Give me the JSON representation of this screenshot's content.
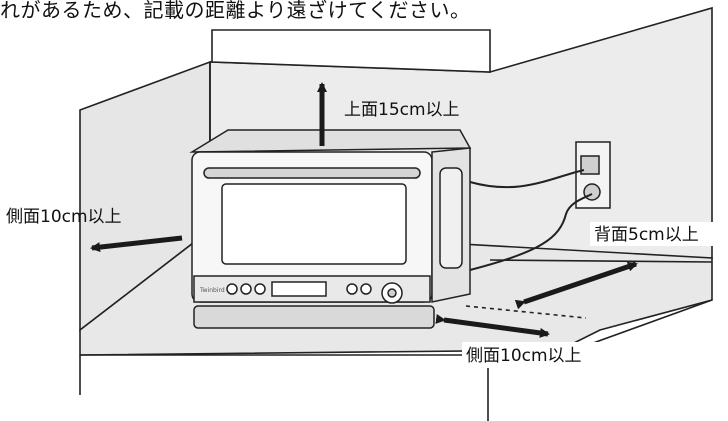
{
  "caption": "れがあるため、記載の距離より遠ざけてください。",
  "labels": {
    "top": "上面15cm以上",
    "left_side": "側面10cm以上",
    "back": "背面5cm以上",
    "right_side": "側面10cm以上"
  },
  "appliance": {
    "brand": "Twinbird"
  },
  "colors": {
    "wall": "#e6e6e6",
    "floor": "#ececec",
    "line": "#222222",
    "arrow": "#1a1a1a",
    "appliance_body": "#f7f7f7",
    "control_panel": "#e9e9e9",
    "appliance_base": "#d9d9d9"
  }
}
